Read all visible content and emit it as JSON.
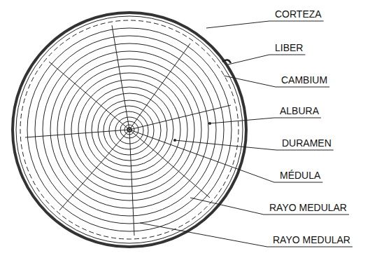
{
  "diagram": {
    "labels": [
      "CORTEZA",
      "LIBER",
      "CAMBIUM",
      "ALBURA",
      "DURAMEN",
      "MÉDULA",
      "RAYO MEDULAR",
      "RAYO MEDULAR"
    ]
  }
}
